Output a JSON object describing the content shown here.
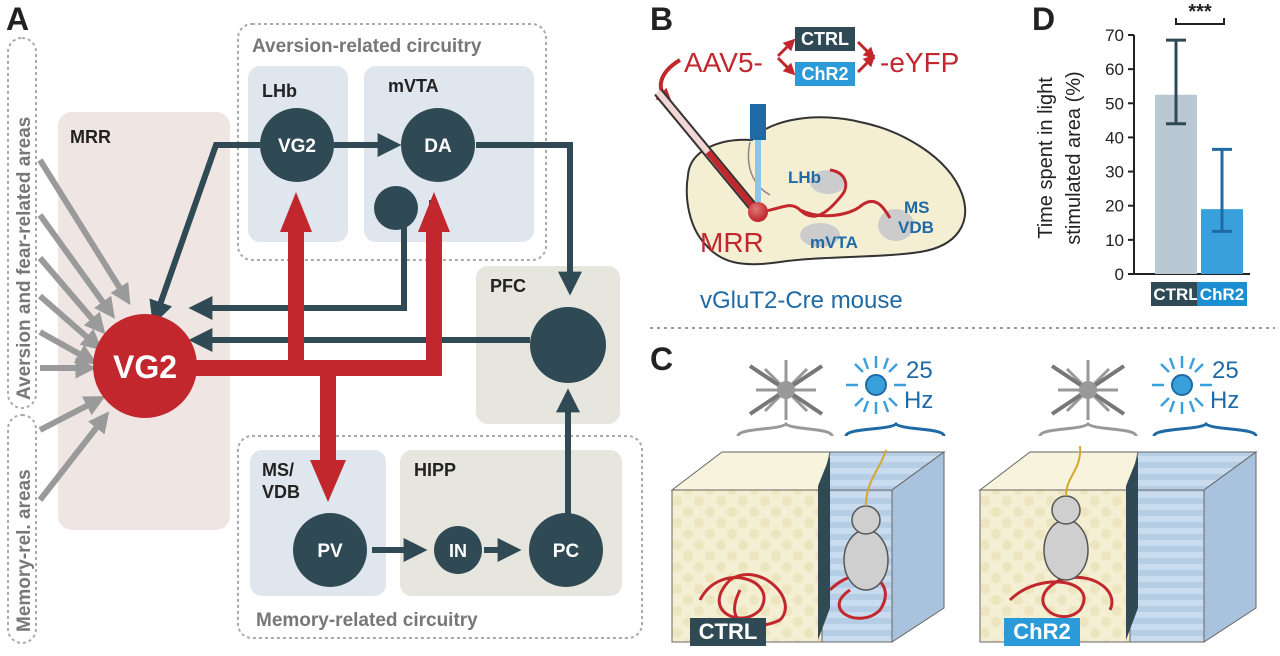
{
  "panels": {
    "a": "A",
    "b": "B",
    "c": "C",
    "d": "D"
  },
  "panel_a": {
    "side_aversion": "Aversion and fear-related areas",
    "side_memory": "Memory-rel. areas",
    "mrr": "MRR",
    "vg2_main": "VG2",
    "aversion_title": "Aversion-related circuitry",
    "lhb": "LHb",
    "lhb_node": "VG2",
    "mvta": "mVTA",
    "da": "DA",
    "pfc": "PFC",
    "msvdb_line1": "MS/",
    "msvdb_line2": "VDB",
    "hipp": "HIPP",
    "pv": "PV",
    "in": "IN",
    "pc": "PC",
    "memory_title": "Memory-related circuitry"
  },
  "panel_b": {
    "aav": "AAV5-",
    "ctrl": "CTRL",
    "chr2": "ChR2",
    "eyfp": "-eYFP",
    "lhb": "LHb",
    "mvta": "mVTA",
    "ms": "MS",
    "vdb": "VDB",
    "mrr": "MRR",
    "mouse": "vGluT2-Cre mouse"
  },
  "panel_c": {
    "hz_value": "25",
    "hz_unit": "Hz",
    "ctrl": "CTRL",
    "chr2": "ChR2"
  },
  "panel_d": {
    "significance": "***",
    "ylabel_line1": "Time spent in light",
    "ylabel_line2": "stimulated area (%)"
  },
  "colors": {
    "dark_node": "#2f4a55",
    "red": "#c1272d",
    "gray_arrow": "#9a9a9a",
    "blue_box": "#dfe6ee",
    "green_box": "#e6e6df",
    "pink_box": "#efe5e3",
    "ctrl_bar": "#b9c8d2",
    "chr2_bar": "#3aa0dc",
    "ctrl_label": "#2f4a55",
    "chr2_label": "#1b8fd2"
  },
  "chart_data": {
    "type": "bar",
    "categories": [
      "CTRL",
      "ChR2"
    ],
    "values": [
      52.5,
      19
    ],
    "error_high": [
      68.5,
      36.5
    ],
    "error_low": [
      44,
      12.5
    ],
    "ylim": [
      0,
      70
    ],
    "yticks": [
      "0",
      "10",
      "20",
      "30",
      "40",
      "50",
      "60",
      "70"
    ],
    "xlabel": "",
    "ylabel": "Time spent in light stimulated area (%)",
    "significance": "***"
  }
}
